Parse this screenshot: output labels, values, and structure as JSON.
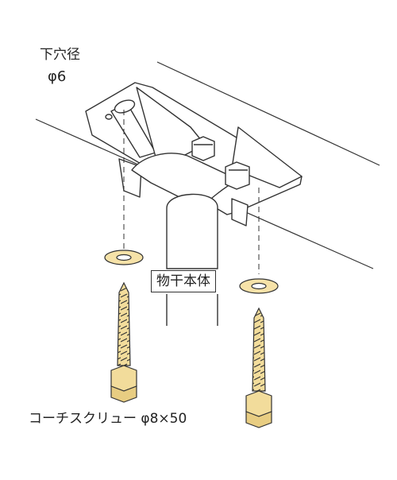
{
  "labels": {
    "pilot_hole": "下穴径",
    "pilot_hole_value": "φ6",
    "main_body": "物干本体",
    "screw": "コーチスクリュー φ8×50"
  },
  "colors": {
    "line": "#333333",
    "bracket": "#ffffff",
    "brass": "#f2dc9b",
    "washer": "#f6e2a8"
  }
}
